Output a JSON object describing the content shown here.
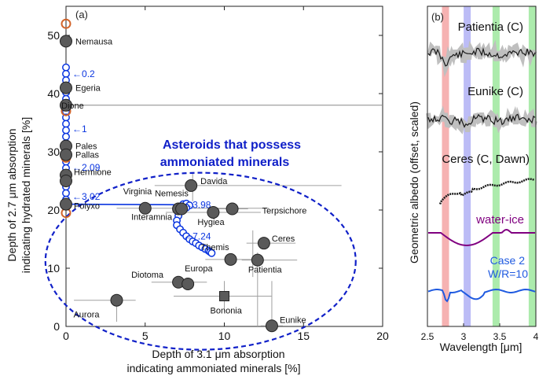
{
  "chart_data": [
    {
      "type": "scatter",
      "panel_label": "(a)",
      "xlabel_lines": [
        "Depth of 3.1 μm absorption",
        "indicating ammoniated minerals [%]"
      ],
      "ylabel_lines": [
        "Depth of 2.7 μm absorption",
        "indicating hydrated minerals [%]"
      ],
      "xlim": [
        0,
        20
      ],
      "ylim": [
        0,
        55
      ],
      "x_ticks": [
        "0",
        "5",
        "10",
        "15",
        "20"
      ],
      "y_ticks": [
        "0",
        "10",
        "20",
        "30",
        "40",
        "50"
      ],
      "grid": false,
      "reference_line_y": 38,
      "annotation_lines": [
        "Asteroids that possess",
        "ammoniated minerals"
      ],
      "colors": {
        "asteroid": "#5a5a5a",
        "model": "#0a35e0",
        "open_marker": "#d2642a",
        "ellipse": "#1020c8",
        "errorbar": "#a0a0a0"
      },
      "asteroids": [
        {
          "name": "Nemausa",
          "x": 0,
          "y": 49
        },
        {
          "name": "Egeria",
          "x": 0,
          "y": 41
        },
        {
          "name": "Dione",
          "x": 0,
          "y": 38
        },
        {
          "name": "Pales",
          "x": 0,
          "y": 31
        },
        {
          "name": "Pallas",
          "x": 0,
          "y": 29.5
        },
        {
          "name": "Hermione",
          "x": 0,
          "y": 26
        },
        {
          "name": "",
          "x": 0,
          "y": 25
        },
        {
          "name": "Polyxo",
          "x": 0,
          "y": 21
        },
        {
          "name": "Virginia",
          "x": 5,
          "y": 20.3
        },
        {
          "name": "Davida",
          "x": 7.9,
          "y": 24.2
        },
        {
          "name": "Nemesis",
          "x": 7.1,
          "y": 20.2
        },
        {
          "name": "Interamnia",
          "x": 7.3,
          "y": 20.2
        },
        {
          "name": "Hygiea",
          "x": 9.3,
          "y": 19.6
        },
        {
          "name": "Terpsichore",
          "x": 10.5,
          "y": 20.2
        },
        {
          "name": "Ceres",
          "x": 12.5,
          "y": 14.3
        },
        {
          "name": "Themis",
          "x": 10.4,
          "y": 11.5
        },
        {
          "name": "Patientia",
          "x": 12.1,
          "y": 11.4
        },
        {
          "name": "Diotoma",
          "x": 7.1,
          "y": 7.6
        },
        {
          "name": "Europa",
          "x": 7.7,
          "y": 7.3
        },
        {
          "name": "Aurora",
          "x": 3.2,
          "y": 4.5
        },
        {
          "name": "Eunike",
          "x": 13,
          "y": 0.1
        }
      ],
      "bonomia": {
        "name": "Bononia",
        "x": 10,
        "y": 5.2
      },
      "error_bars": [
        {
          "x": 5,
          "y": 20.3,
          "xlo": 3.2,
          "xhi": 12.8
        },
        {
          "x": 7.9,
          "y": 24.2,
          "xlo": 5.6,
          "xhi": 17.4
        },
        {
          "x": 9.3,
          "y": 19.6,
          "xlo": 6.3,
          "xhi": 12.3
        },
        {
          "x": 10.5,
          "y": 20.2,
          "xlo": 9.2,
          "xhi": 11.5
        },
        {
          "x": 12.5,
          "y": 14.3,
          "xlo": 11.4,
          "xhi": 14.5
        },
        {
          "x": 10.4,
          "y": 11.5,
          "xlo": 8.8,
          "xhi": 12.1
        },
        {
          "x": 12.1,
          "y": 11.4,
          "xlo": 11.1,
          "xhi": 14.6
        },
        {
          "x": 7.1,
          "y": 7.6,
          "xlo": 5.4,
          "xhi": 8.9
        },
        {
          "x": 3.2,
          "y": 4.5,
          "xlo": 0.5,
          "xhi": 4.4
        },
        {
          "x": 13,
          "y": 0.1,
          "xlo": 12.3,
          "xhi": 13.7
        },
        {
          "x": 10,
          "y": 5.2,
          "xlo": 6.8,
          "xhi": 13
        }
      ],
      "v_error_bars": [
        {
          "x": 8,
          "y": 24.2,
          "ylo": 21.5,
          "yhi": 26.5
        },
        {
          "x": 11.8,
          "y": 13.2,
          "ylo": 8.5,
          "yhi": 16.5
        },
        {
          "x": 10,
          "y": 5.2,
          "ylo": 2.5,
          "yhi": 7.8
        },
        {
          "x": 12.1,
          "y": 11.4,
          "ylo": 0,
          "yhi": 12.7
        },
        {
          "x": 13,
          "y": 0.1,
          "ylo": 0,
          "yhi": 7.8
        },
        {
          "x": 3.2,
          "y": 4.5,
          "ylo": 0.8,
          "yhi": 5.5
        }
      ],
      "open_markers": [
        {
          "x": 0,
          "y": 52
        },
        {
          "x": 0,
          "y": 37
        },
        {
          "x": 0,
          "y": 29
        },
        {
          "x": 0,
          "y": 19.5
        }
      ],
      "model_series": [
        {
          "x": 0,
          "y": 44.5
        },
        {
          "x": 0,
          "y": 43.4
        },
        {
          "x": 0,
          "y": 42.3
        },
        {
          "x": 0,
          "y": 41.3
        },
        {
          "x": 0,
          "y": 40.2
        },
        {
          "x": 0,
          "y": 39.1
        },
        {
          "x": 0,
          "y": 38
        },
        {
          "x": 0,
          "y": 36.9
        },
        {
          "x": 0,
          "y": 35.9
        },
        {
          "x": 0,
          "y": 34.8
        },
        {
          "x": 0,
          "y": 33.7
        },
        {
          "x": 0,
          "y": 32.6
        },
        {
          "x": 0,
          "y": 31.5
        },
        {
          "x": 0,
          "y": 30.5
        },
        {
          "x": 0,
          "y": 29.4
        },
        {
          "x": 0,
          "y": 28.3
        },
        {
          "x": 0,
          "y": 27.2
        },
        {
          "x": 0,
          "y": 26.2
        },
        {
          "x": 0,
          "y": 25.1
        },
        {
          "x": 0,
          "y": 24
        },
        {
          "x": 0,
          "y": 22.9
        },
        {
          "x": 0,
          "y": 21.8
        },
        {
          "x": 7.4,
          "y": 21
        },
        {
          "x": 7.2,
          "y": 19.9
        },
        {
          "x": 7.1,
          "y": 19
        },
        {
          "x": 7.0,
          "y": 18.2
        },
        {
          "x": 7.0,
          "y": 17.4
        },
        {
          "x": 7.2,
          "y": 16.7
        },
        {
          "x": 7.4,
          "y": 16.1
        },
        {
          "x": 7.6,
          "y": 15.5
        },
        {
          "x": 7.8,
          "y": 15
        },
        {
          "x": 8.0,
          "y": 14.6
        },
        {
          "x": 8.2,
          "y": 14.3
        },
        {
          "x": 8.4,
          "y": 13.9
        },
        {
          "x": 8.6,
          "y": 13.6
        },
        {
          "x": 8.8,
          "y": 13.3
        },
        {
          "x": 9.0,
          "y": 13.0
        },
        {
          "x": 9.1,
          "y": 12.8
        },
        {
          "x": 9.2,
          "y": 12.6
        },
        {
          "x": 7.6,
          "y": 21.1
        },
        {
          "x": 7.8,
          "y": 20.8
        },
        {
          "x": 7.6,
          "y": 20.4
        },
        {
          "x": 7.4,
          "y": 20.1
        }
      ],
      "model_line": [
        [
          0,
          21
        ],
        [
          7.4,
          20.9
        ],
        [
          7.6,
          21.1
        ],
        [
          7.8,
          20.8
        ],
        [
          7.5,
          20.2
        ],
        [
          7.2,
          19.8
        ]
      ],
      "model_labels": [
        {
          "text": "←0.2",
          "x": 0.4,
          "y": 43.4
        },
        {
          "text": "←1",
          "x": 0.4,
          "y": 33.9
        },
        {
          "text": "←2.09",
          "x": 0.4,
          "y": 27.3
        },
        {
          "text": "←3.02",
          "x": 0.4,
          "y": 22.3
        },
        {
          "text": "←3.98",
          "x": 7.4,
          "y": 20.9
        },
        {
          "text": "←7.24",
          "x": 7.4,
          "y": 15.5
        }
      ]
    },
    {
      "type": "line",
      "panel_label": "(b)",
      "xlabel": "Wavelength [μm]",
      "ylabel": "Geometric albedo (offset, scaled)",
      "xlim": [
        2.5,
        4
      ],
      "x_ticks": [
        "2.5",
        "3",
        "3.5",
        "4"
      ],
      "band_colors": [
        "#f4a5a5",
        "#b0b0f5",
        "#9de89d",
        "#9de89d"
      ],
      "band_centers": [
        2.75,
        3.05,
        3.45,
        3.95
      ],
      "series": [
        {
          "name": "Patientia (C)",
          "color": "#1a1a1a"
        },
        {
          "name": "Eunike (C)",
          "color": "#1a1a1a"
        },
        {
          "name": "Ceres (C, Dawn)",
          "color": "#1a1a1a"
        },
        {
          "name": "water-ice",
          "color": "#800080"
        },
        {
          "name": "Case 2",
          "color": "#1f5ae0"
        }
      ],
      "case2_sub": "W/R=10"
    }
  ]
}
